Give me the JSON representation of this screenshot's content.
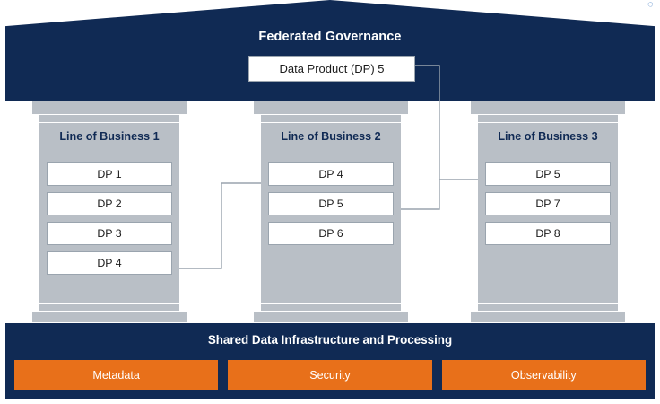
{
  "diagram": {
    "governance": {
      "title": "Federated Governance",
      "chip_label": "Data Product (DP) 5"
    },
    "pillars": [
      {
        "title": "Line of Business 1",
        "products": [
          "DP 1",
          "DP 2",
          "DP 3",
          "DP 4"
        ]
      },
      {
        "title": "Line of Business 2",
        "products": [
          "DP 4",
          "DP 5",
          "DP 6"
        ]
      },
      {
        "title": "Line of Business 3",
        "products": [
          "DP 5",
          "DP 7",
          "DP 8"
        ]
      }
    ],
    "foundation": {
      "title": "Shared Data Infrastructure and Processing",
      "boxes": [
        "Metadata",
        "Security",
        "Observability"
      ]
    },
    "colors": {
      "navy": "#102a54",
      "stone": "#b9bfc6",
      "orange": "#e8701a",
      "white": "#ffffff",
      "line": "#9aa4ae"
    },
    "corner_mark": "◌"
  }
}
